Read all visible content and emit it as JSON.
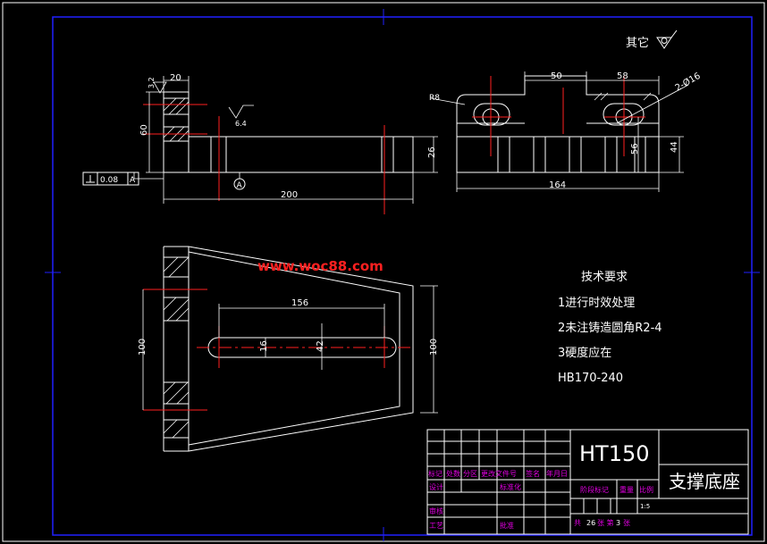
{
  "watermark": "www.woc88.com",
  "roughness": {
    "other": "其它",
    "top_left": "3.2",
    "mid": "6.4"
  },
  "dims_front": {
    "d20": "20",
    "d60": "60",
    "d26": "26",
    "d200": "200"
  },
  "datum": {
    "letter": "A"
  },
  "tolerance": {
    "value": "0.08",
    "datum": "A"
  },
  "dims_side": {
    "r8": "R8",
    "d50": "50",
    "d58": "58",
    "holes": "2-Ø16",
    "d56": "56",
    "d44": "44",
    "d164": "164"
  },
  "dims_top": {
    "d156": "156",
    "d16": "16",
    "d42": "42",
    "d100_left": "100",
    "d100_right": "100"
  },
  "tech": {
    "title": "技术要求",
    "items": [
      "1进行时效处理",
      "2未注铸造圆角R2-4",
      "3硬度应在",
      "HB170-240"
    ]
  },
  "title_block": {
    "material": "HT150",
    "part_name": "支撑底座",
    "row1": [
      "标记",
      "处数",
      "分区",
      "更改文件号",
      "签名",
      "年月日"
    ],
    "design": "设计",
    "standardize": "标准化",
    "stage_mark": "阶段标记",
    "weight": "重量",
    "scale_label": "比例",
    "scale_value": "1:5",
    "review": "审核",
    "process": "工艺",
    "approve": "批准",
    "total_label": "共",
    "total": "26",
    "sheet_label": "张 第",
    "sheet": "3",
    "sheet_suffix": "张"
  },
  "colors": {
    "line": "#ffffff",
    "center": "#ff2020",
    "hatch": "#ffffff",
    "border": "#2020ff",
    "tb_text": "#e000e0"
  }
}
